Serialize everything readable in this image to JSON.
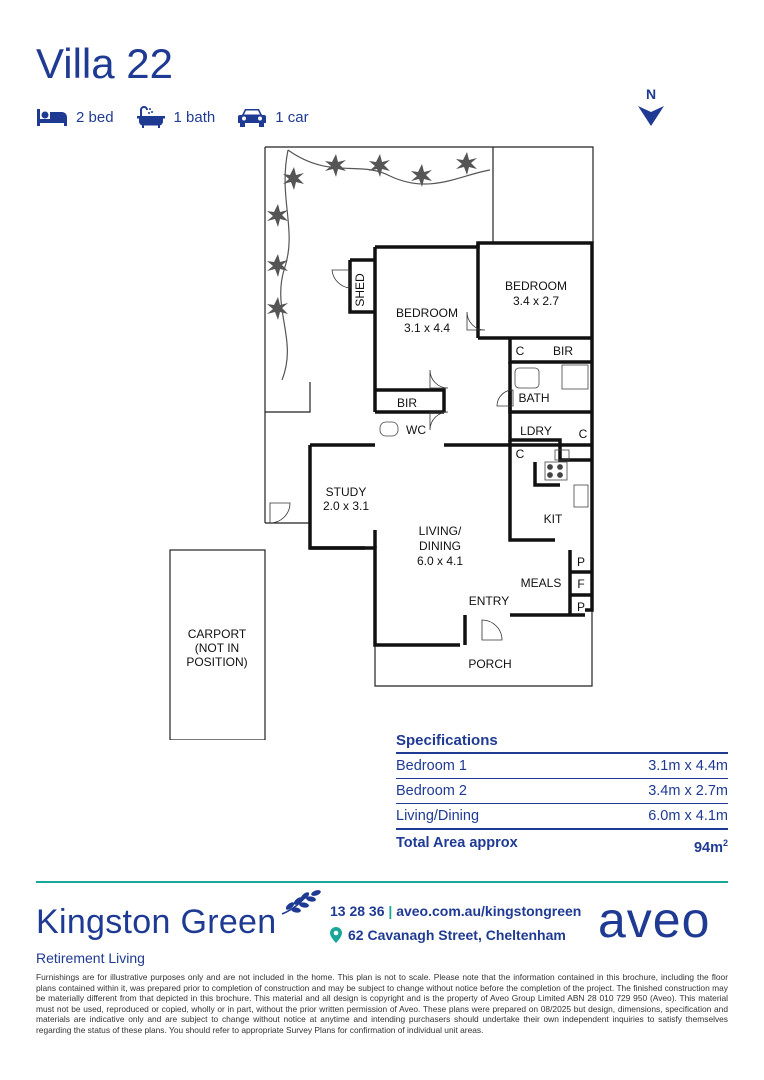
{
  "title": "Villa 22",
  "features": {
    "bed": "2 bed",
    "bath": "1 bath",
    "car": "1 car"
  },
  "compass": "N",
  "plan": {
    "rooms": {
      "shed": "SHED",
      "bedroom1": "BEDROOM",
      "bedroom1_size": "3.1 x 4.4",
      "bedroom2": "BEDROOM",
      "bedroom2_size": "3.4 x 2.7",
      "c1": "C",
      "bir1": "BIR",
      "bath": "BATH",
      "bir2": "BIR",
      "wc": "WC",
      "ldry": "LDRY",
      "c2": "C",
      "c3": "C",
      "study": "STUDY",
      "study_size": "2.0 x 3.1",
      "living": "LIVING/",
      "dining": "DINING",
      "living_size": "6.0 x 4.1",
      "kit": "KIT",
      "p1": "P",
      "meals": "MEALS",
      "f": "F",
      "p2": "P",
      "entry": "ENTRY",
      "porch": "PORCH",
      "carport1": "CARPORT",
      "carport2": "(NOT IN",
      "carport3": "POSITION)"
    }
  },
  "specifications": {
    "title": "Specifications",
    "rows": [
      {
        "label": "Bedroom 1",
        "value": "3.1m x 4.4m"
      },
      {
        "label": "Bedroom 2",
        "value": "3.4m x 2.7m"
      },
      {
        "label": "Living/Dining",
        "value": "6.0m x 4.1m"
      }
    ],
    "total_label": "Total Area approx",
    "total_value": "94m",
    "total_unit_sup": "2"
  },
  "brand": {
    "name": "Kingston Green",
    "sub": "Retirement Living",
    "phone": "13 28 36",
    "separator": "|",
    "website": "aveo.com.au/kingstongreen",
    "address": "62 Cavanagh Street, Cheltenham",
    "logo": "aveo"
  },
  "colors": {
    "navy": "#1f3a93",
    "teal": "#1aa79a"
  },
  "disclaimer": "Furnishings are for illustrative purposes only and are not included in the home. This plan is not to scale. Please note that the information contained in this brochure, including the floor plans contained within it, was prepared prior to completion of construction and may be subject to change without notice before the completion of the project. The finished construction may be materially different from that depicted in this brochure. This material and all design is copyright and is the property of Aveo Group Limited ABN 28 010 729 950 (Aveo). This material must not be used, reproduced or copied, wholly or in part, without the prior written permission of Aveo. These plans were prepared on 08/2025 but design, dimensions, specification and materials are indicative only and are subject to change without notice at anytime and intending purchasers should undertake their own independent inquiries to satisfy themselves regarding the status of these plans. You should refer to appropriate Survey Plans for confirmation of individual unit areas."
}
